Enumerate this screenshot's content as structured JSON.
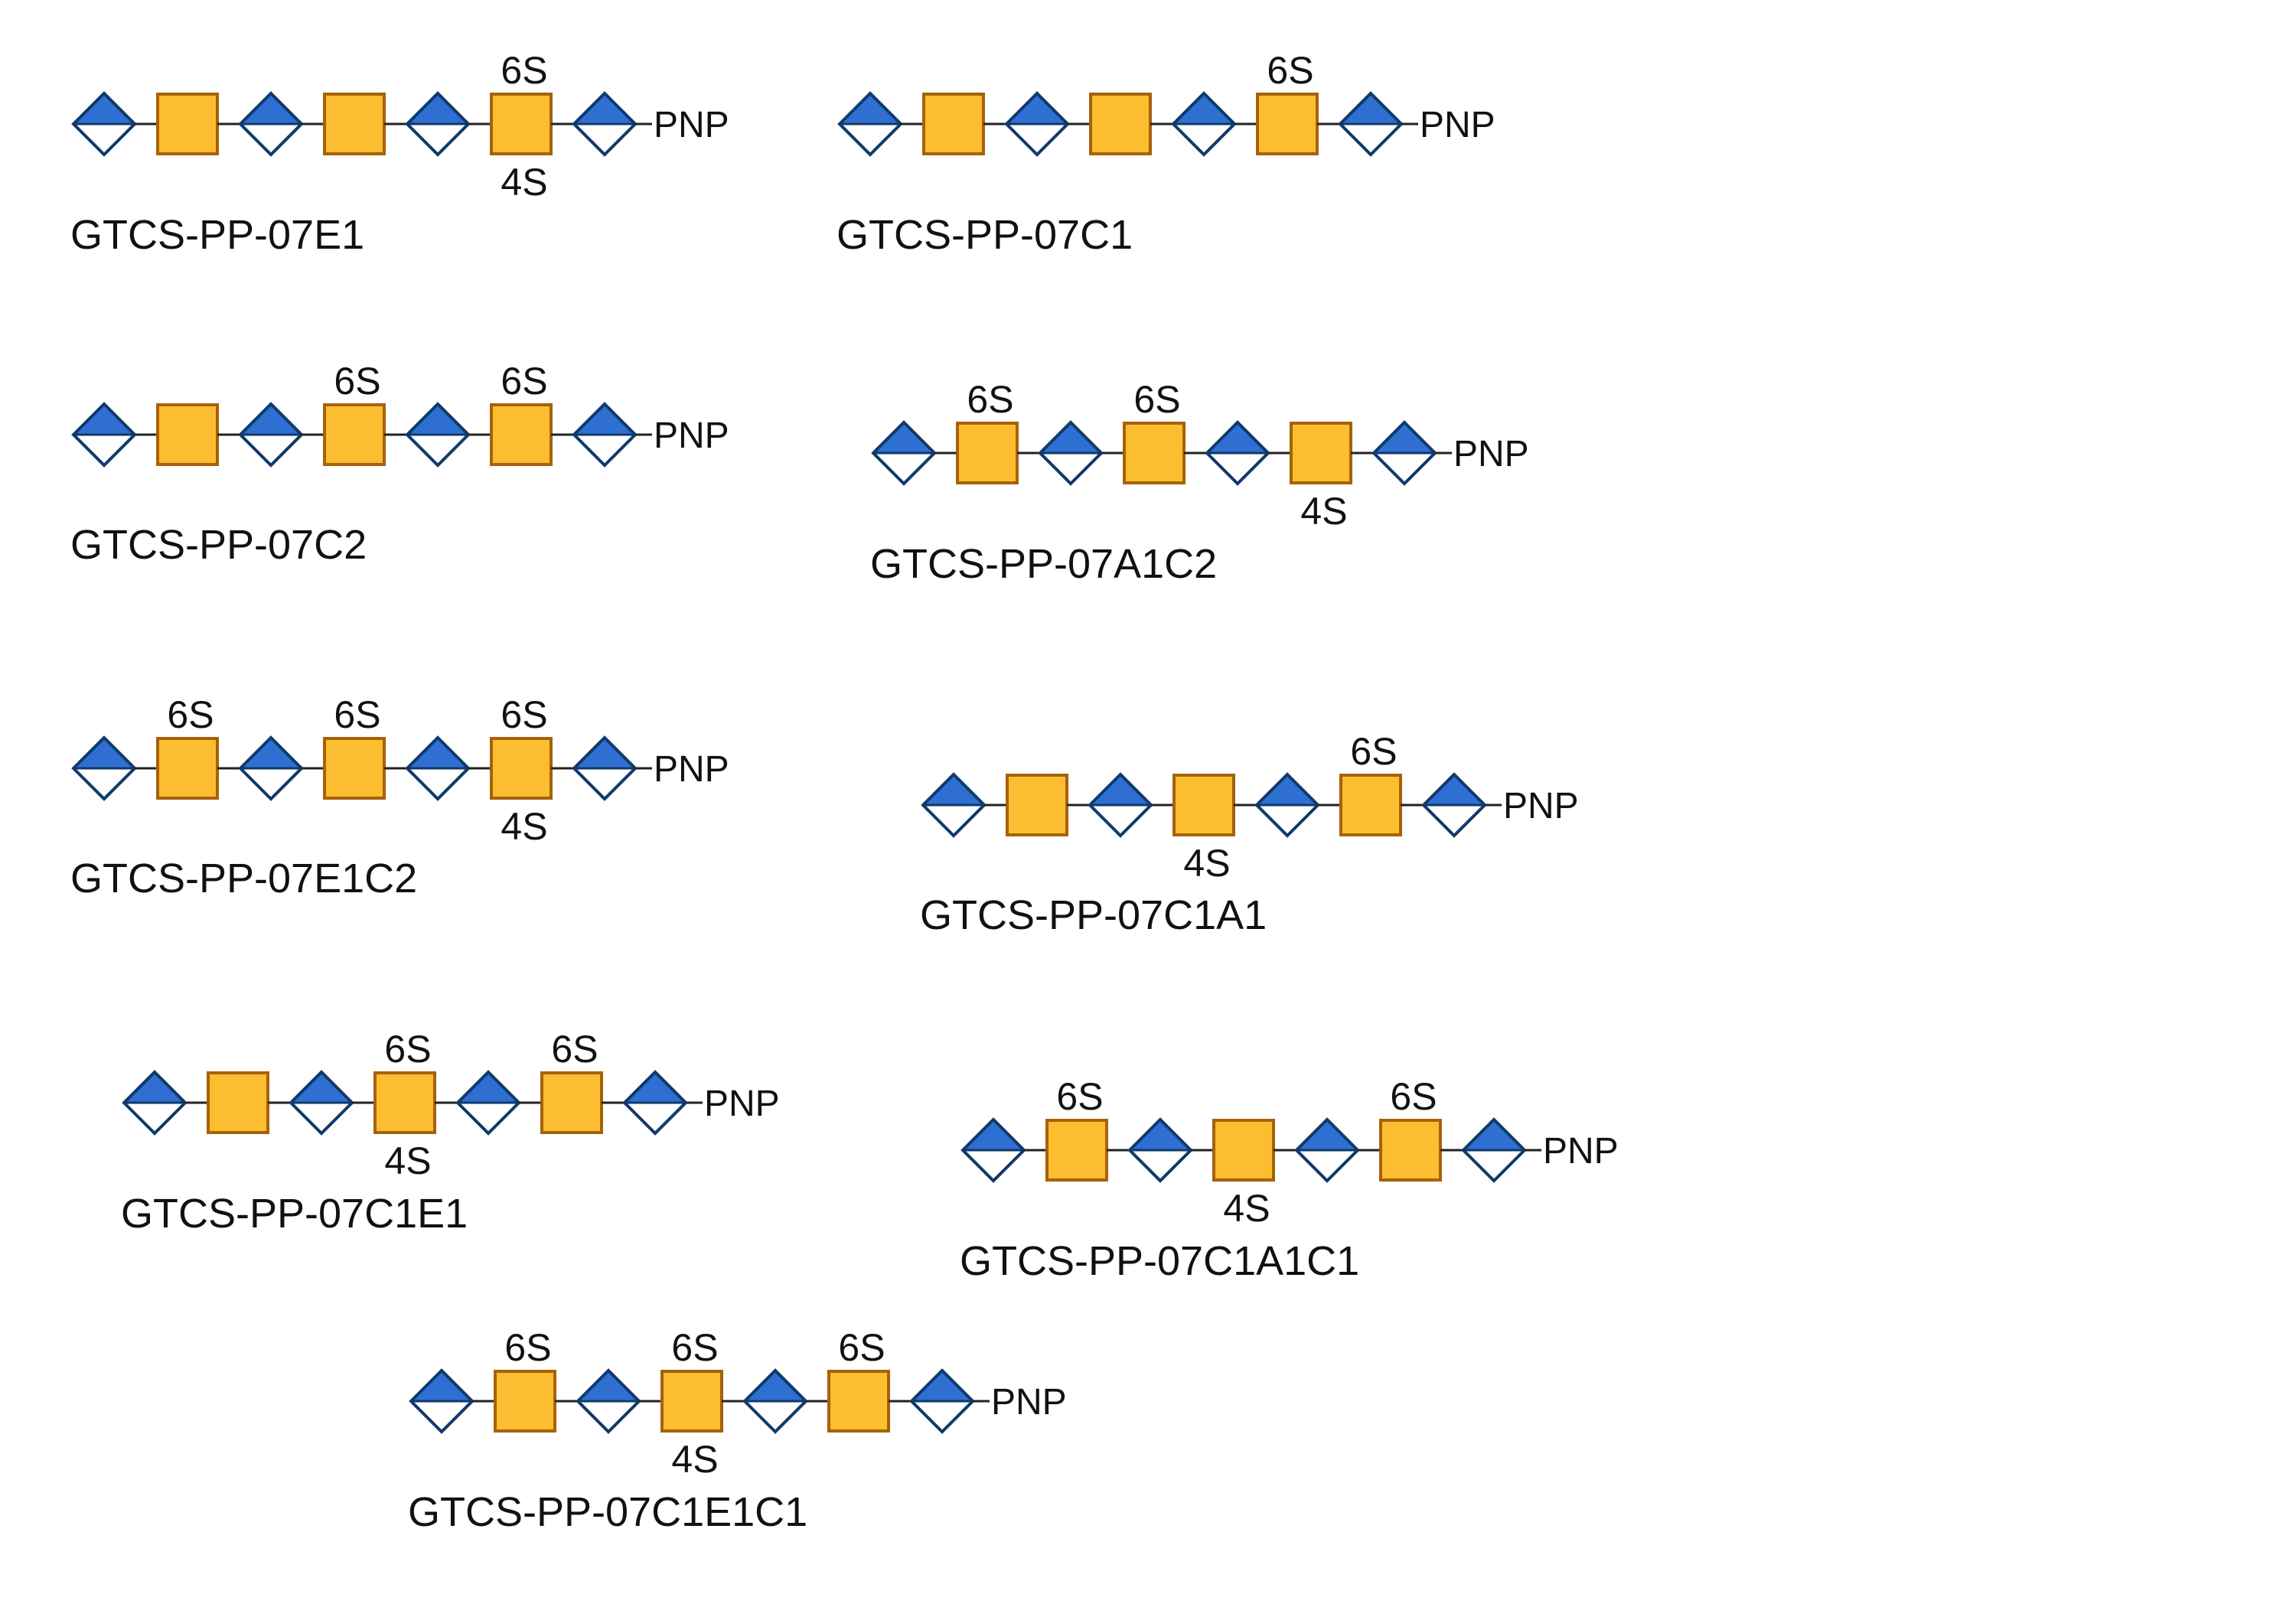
{
  "legend": {
    "diamond_top_color": "#2f6fd1",
    "diamond_bottom_color": "#ffffff",
    "diamond_outline": "#0f3a6b",
    "square_fill": "#fcbd30",
    "square_outline": "#a6620a",
    "linker_color": "#222222"
  },
  "reducing_end_label": "PNP",
  "glycans": [
    {
      "name": "GTCS-PP-07E1",
      "squares": [
        {
          "top": "",
          "bottom": ""
        },
        {
          "top": "",
          "bottom": ""
        },
        {
          "top": "6S",
          "bottom": "4S"
        }
      ]
    },
    {
      "name": "GTCS-PP-07C1",
      "squares": [
        {
          "top": "",
          "bottom": ""
        },
        {
          "top": "",
          "bottom": ""
        },
        {
          "top": "6S",
          "bottom": ""
        }
      ]
    },
    {
      "name": "GTCS-PP-07C2",
      "squares": [
        {
          "top": "",
          "bottom": ""
        },
        {
          "top": "6S",
          "bottom": ""
        },
        {
          "top": "6S",
          "bottom": ""
        }
      ]
    },
    {
      "name": "GTCS-PP-07A1C2",
      "squares": [
        {
          "top": "6S",
          "bottom": ""
        },
        {
          "top": "6S",
          "bottom": ""
        },
        {
          "top": "",
          "bottom": "4S"
        }
      ]
    },
    {
      "name": "GTCS-PP-07E1C2",
      "squares": [
        {
          "top": "6S",
          "bottom": ""
        },
        {
          "top": "6S",
          "bottom": ""
        },
        {
          "top": "6S",
          "bottom": "4S"
        }
      ]
    },
    {
      "name": "GTCS-PP-07C1A1",
      "squares": [
        {
          "top": "",
          "bottom": ""
        },
        {
          "top": "",
          "bottom": "4S"
        },
        {
          "top": "6S",
          "bottom": ""
        }
      ]
    },
    {
      "name": "GTCS-PP-07C1E1",
      "squares": [
        {
          "top": "",
          "bottom": ""
        },
        {
          "top": "6S",
          "bottom": "4S"
        },
        {
          "top": "6S",
          "bottom": ""
        }
      ]
    },
    {
      "name": "GTCS-PP-07C1A1C1",
      "squares": [
        {
          "top": "6S",
          "bottom": ""
        },
        {
          "top": "",
          "bottom": "4S"
        },
        {
          "top": "6S",
          "bottom": ""
        }
      ]
    },
    {
      "name": "GTCS-PP-07C1E1C1",
      "squares": [
        {
          "top": "6S",
          "bottom": ""
        },
        {
          "top": "6S",
          "bottom": "4S"
        },
        {
          "top": "6S",
          "bottom": ""
        }
      ]
    }
  ]
}
